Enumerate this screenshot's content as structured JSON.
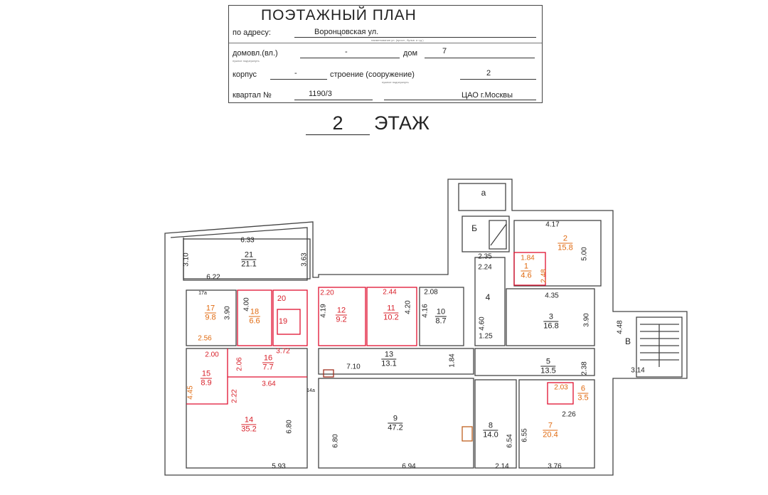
{
  "header": {
    "title": "ПОЭТАЖНЫЙ ПЛАН",
    "address_label": "по адресу:",
    "address_value": "Воронцовская ул.",
    "address_hint": "наименование ул. (просп., бульв. и т.д.)",
    "domovl_label": "домовл.(вл.)",
    "domovl_value": "-",
    "dom_label": "дом",
    "dom_value": "7",
    "hint": "нужное подчеркнуть",
    "korpus_label": "корпус",
    "korpus_value": "-",
    "stroenie_label": "строение (сооружение)",
    "stroenie_value": "2",
    "kvartal_label": "квартал №",
    "kvartal_value": "1190/3",
    "district": "ЦАО г.Москвы"
  },
  "floor": {
    "number": "2",
    "label": "ЭТАЖ"
  },
  "rooms": [
    {
      "n": "21",
      "a": "21.1"
    },
    {
      "n": "17",
      "a": "9.8"
    },
    {
      "n": "18",
      "a": "6.6"
    },
    {
      "n": "20",
      "a": ""
    },
    {
      "n": "19",
      "a": ""
    },
    {
      "n": "16",
      "a": "7.7"
    },
    {
      "n": "15",
      "a": "8.9"
    },
    {
      "n": "14",
      "a": "35.2"
    },
    {
      "n": "12",
      "a": "9.2"
    },
    {
      "n": "11",
      "a": "10.2"
    },
    {
      "n": "10",
      "a": "8.7"
    },
    {
      "n": "13",
      "a": "13.1"
    },
    {
      "n": "9",
      "a": "47.2"
    },
    {
      "n": "2",
      "a": "15.8"
    },
    {
      "n": "1",
      "a": "4.6"
    },
    {
      "n": "3",
      "a": "16.8"
    },
    {
      "n": "5",
      "a": "13.5"
    },
    {
      "n": "6",
      "a": "3.5"
    },
    {
      "n": "8",
      "a": "14.0"
    },
    {
      "n": "7",
      "a": "20.4"
    }
  ],
  "letters": [
    "а",
    "Б",
    "4",
    "В",
    "14а",
    "17а"
  ],
  "dims": [
    "6.33",
    "3.10",
    "3.63",
    "6.22",
    "3.90",
    "4.00",
    "2.56",
    "2.00",
    "2.06",
    "3.72",
    "2.22",
    "3.64",
    "4.45",
    "6.80",
    "5.93",
    "2.20",
    "2.44",
    "2.08",
    "4.19",
    "4.20",
    "4.16",
    "7.10",
    "1.84",
    "6.80",
    "6.94",
    "4.17",
    "5.00",
    "2.35",
    "2.24",
    "1.84",
    "2.48",
    "4.35",
    "4.60",
    "1.25",
    "3.90",
    "4.48",
    "2.38",
    "3.14",
    "2.03",
    "2.26",
    "6.54",
    "6.55",
    "2.14",
    "3.76"
  ]
}
